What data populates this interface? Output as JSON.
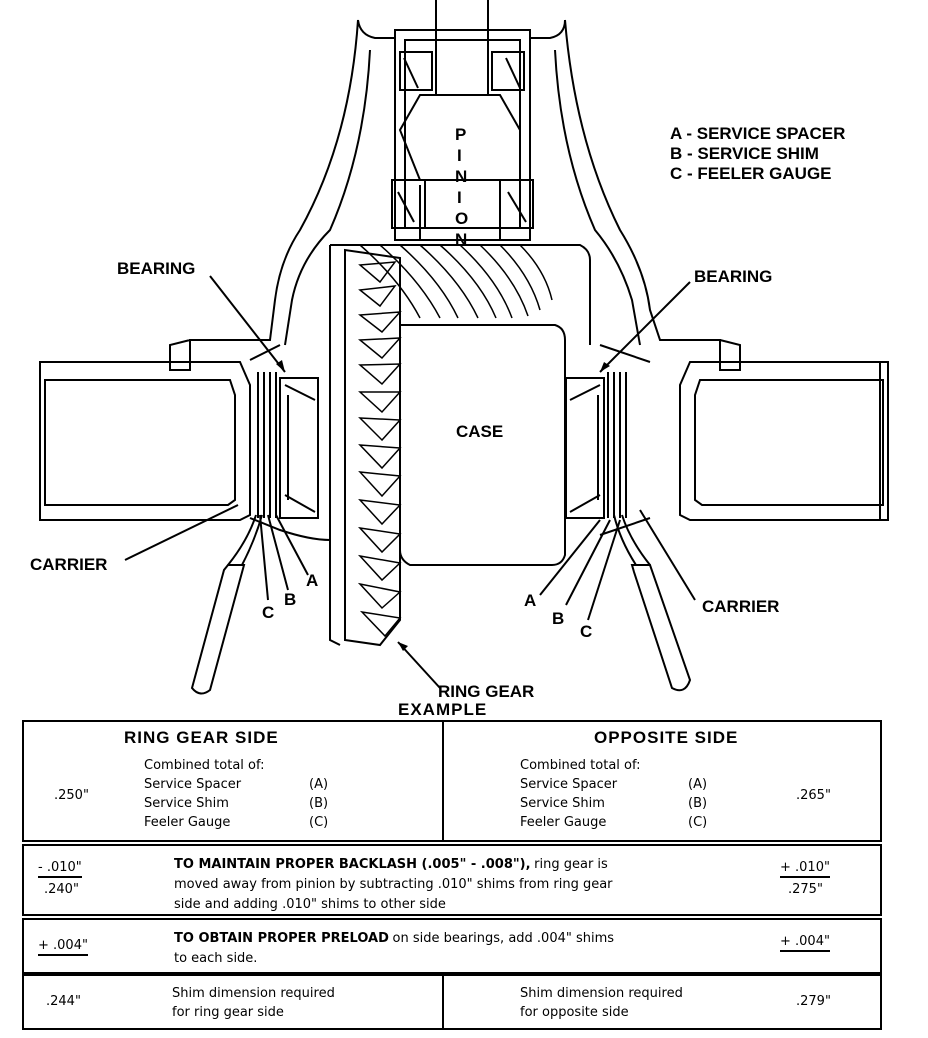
{
  "diagram": {
    "legend": [
      "A - SERVICE SPACER",
      "B - SERVICE SHIM",
      "C - FEELER GAUGE"
    ],
    "pinion_letters": [
      "P",
      "I",
      "N",
      "I",
      "O",
      "N"
    ],
    "labels": {
      "bearing": "BEARING",
      "case": "CASE",
      "carrier": "CARRIER",
      "ring_gear": "RING GEAR",
      "a": "A",
      "b": "B",
      "c": "C"
    }
  },
  "example_label": "EXAMPLE",
  "table": {
    "ring_side": {
      "header": "RING GEAR SIDE",
      "value": ".250\"",
      "intro": "Combined total of:",
      "items": [
        {
          "name": "Service Spacer",
          "code": "(A)"
        },
        {
          "name": "Service Shim",
          "code": "(B)"
        },
        {
          "name": "Feeler Gauge",
          "code": "(C)"
        }
      ]
    },
    "opposite_side": {
      "header": "OPPOSITE SIDE",
      "value": ".265\"",
      "intro": "Combined total of:",
      "items": [
        {
          "name": "Service Spacer",
          "code": "(A)"
        },
        {
          "name": "Service Shim",
          "code": "(B)"
        },
        {
          "name": "Feeler Gauge",
          "code": "(C)"
        }
      ]
    },
    "backlash": {
      "left_top": "- .010\"",
      "left_bottom": ".240\"",
      "caps": "TO MAINTAIN PROPER BACKLASH (.005\" - .008\"),",
      "text1": "ring gear is",
      "text2": "moved away from pinion by subtracting .010\" shims from ring gear",
      "text3": "side and adding .010\" shims to other side",
      "right_top": "+ .010\"",
      "right_bottom": ".275\""
    },
    "preload": {
      "left": "+ .004\"",
      "caps": "TO OBTAIN PROPER PRELOAD",
      "text1": "on side bearings, add .004\" shims",
      "text2": "to each side.",
      "right": "+ .004\""
    },
    "result": {
      "left_value": ".244\"",
      "left_text1": "Shim dimension required",
      "left_text2": "for ring gear side",
      "right_text1": "Shim dimension required",
      "right_text2": "for opposite side",
      "right_value": ".279\""
    }
  }
}
